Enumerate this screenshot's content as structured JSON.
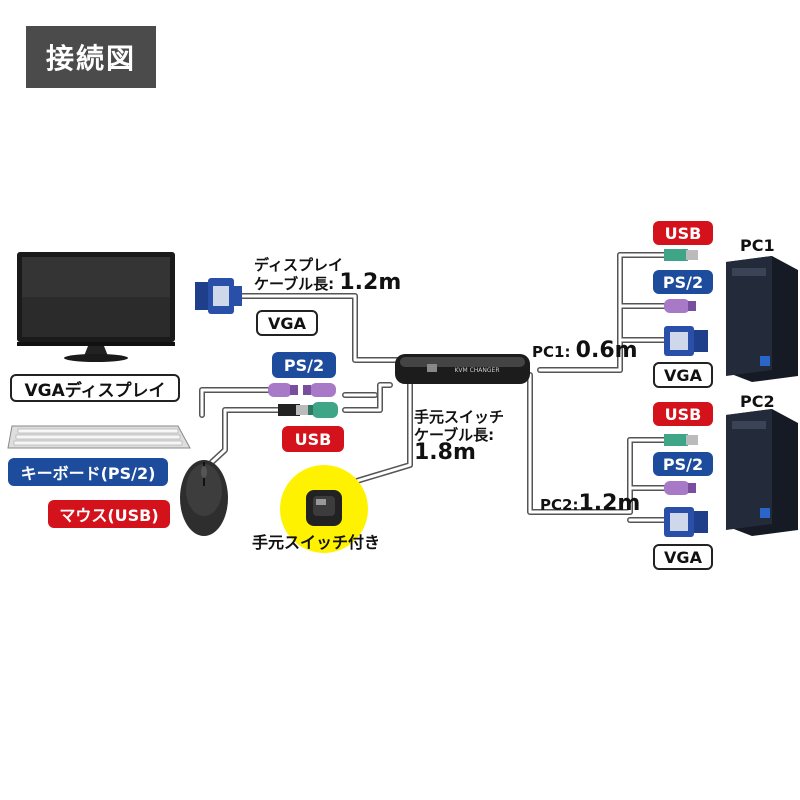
{
  "header": {
    "title": "接続図"
  },
  "labels": {
    "display_cable_line1": "ディスプレイ",
    "display_cable_line2": "ケーブル長:",
    "display_cable_len": "1.2m",
    "switch_cable_line1": "手元スイッチ",
    "switch_cable_line2": "ケーブル長:",
    "switch_cable_len": "1.8m",
    "pc1_cable_prefix": "PC1:",
    "pc1_cable_len": "0.6m",
    "pc2_cable_prefix": "PC2:",
    "pc2_cable_len": "1.2m",
    "pc1": "PC1",
    "pc2": "PC2",
    "kvm_text": "KVM CHANGER"
  },
  "tags": {
    "vga_left": "VGA",
    "ps2_left": "PS/2",
    "usb_left": "USB",
    "vga_display": "VGAディスプレイ",
    "keyboard": "キーボード(PS/2)",
    "mouse": "マウス(USB)",
    "remote_switch": "手元スイッチ付き",
    "pc1_usb": "USB",
    "pc1_ps2": "PS/2",
    "pc1_vga": "VGA",
    "pc2_usb": "USB",
    "pc2_ps2": "PS/2",
    "pc2_vga": "VGA"
  },
  "colors": {
    "usb_tag": "#d4121b",
    "ps2_tag": "#1e4c9c",
    "title_bg": "#4b4b4b",
    "highlight": "#fff200",
    "vga_connector": "#2a4fa8",
    "ps2_purple": "#a779c7",
    "ps2_green": "#3fa587"
  },
  "icons": [
    "monitor-icon",
    "keyboard-icon",
    "mouse-icon",
    "pc-tower-icon",
    "vga-connector-icon",
    "ps2-connector-icon",
    "usb-connector-icon",
    "kvm-switch-icon",
    "remote-switch-icon"
  ]
}
